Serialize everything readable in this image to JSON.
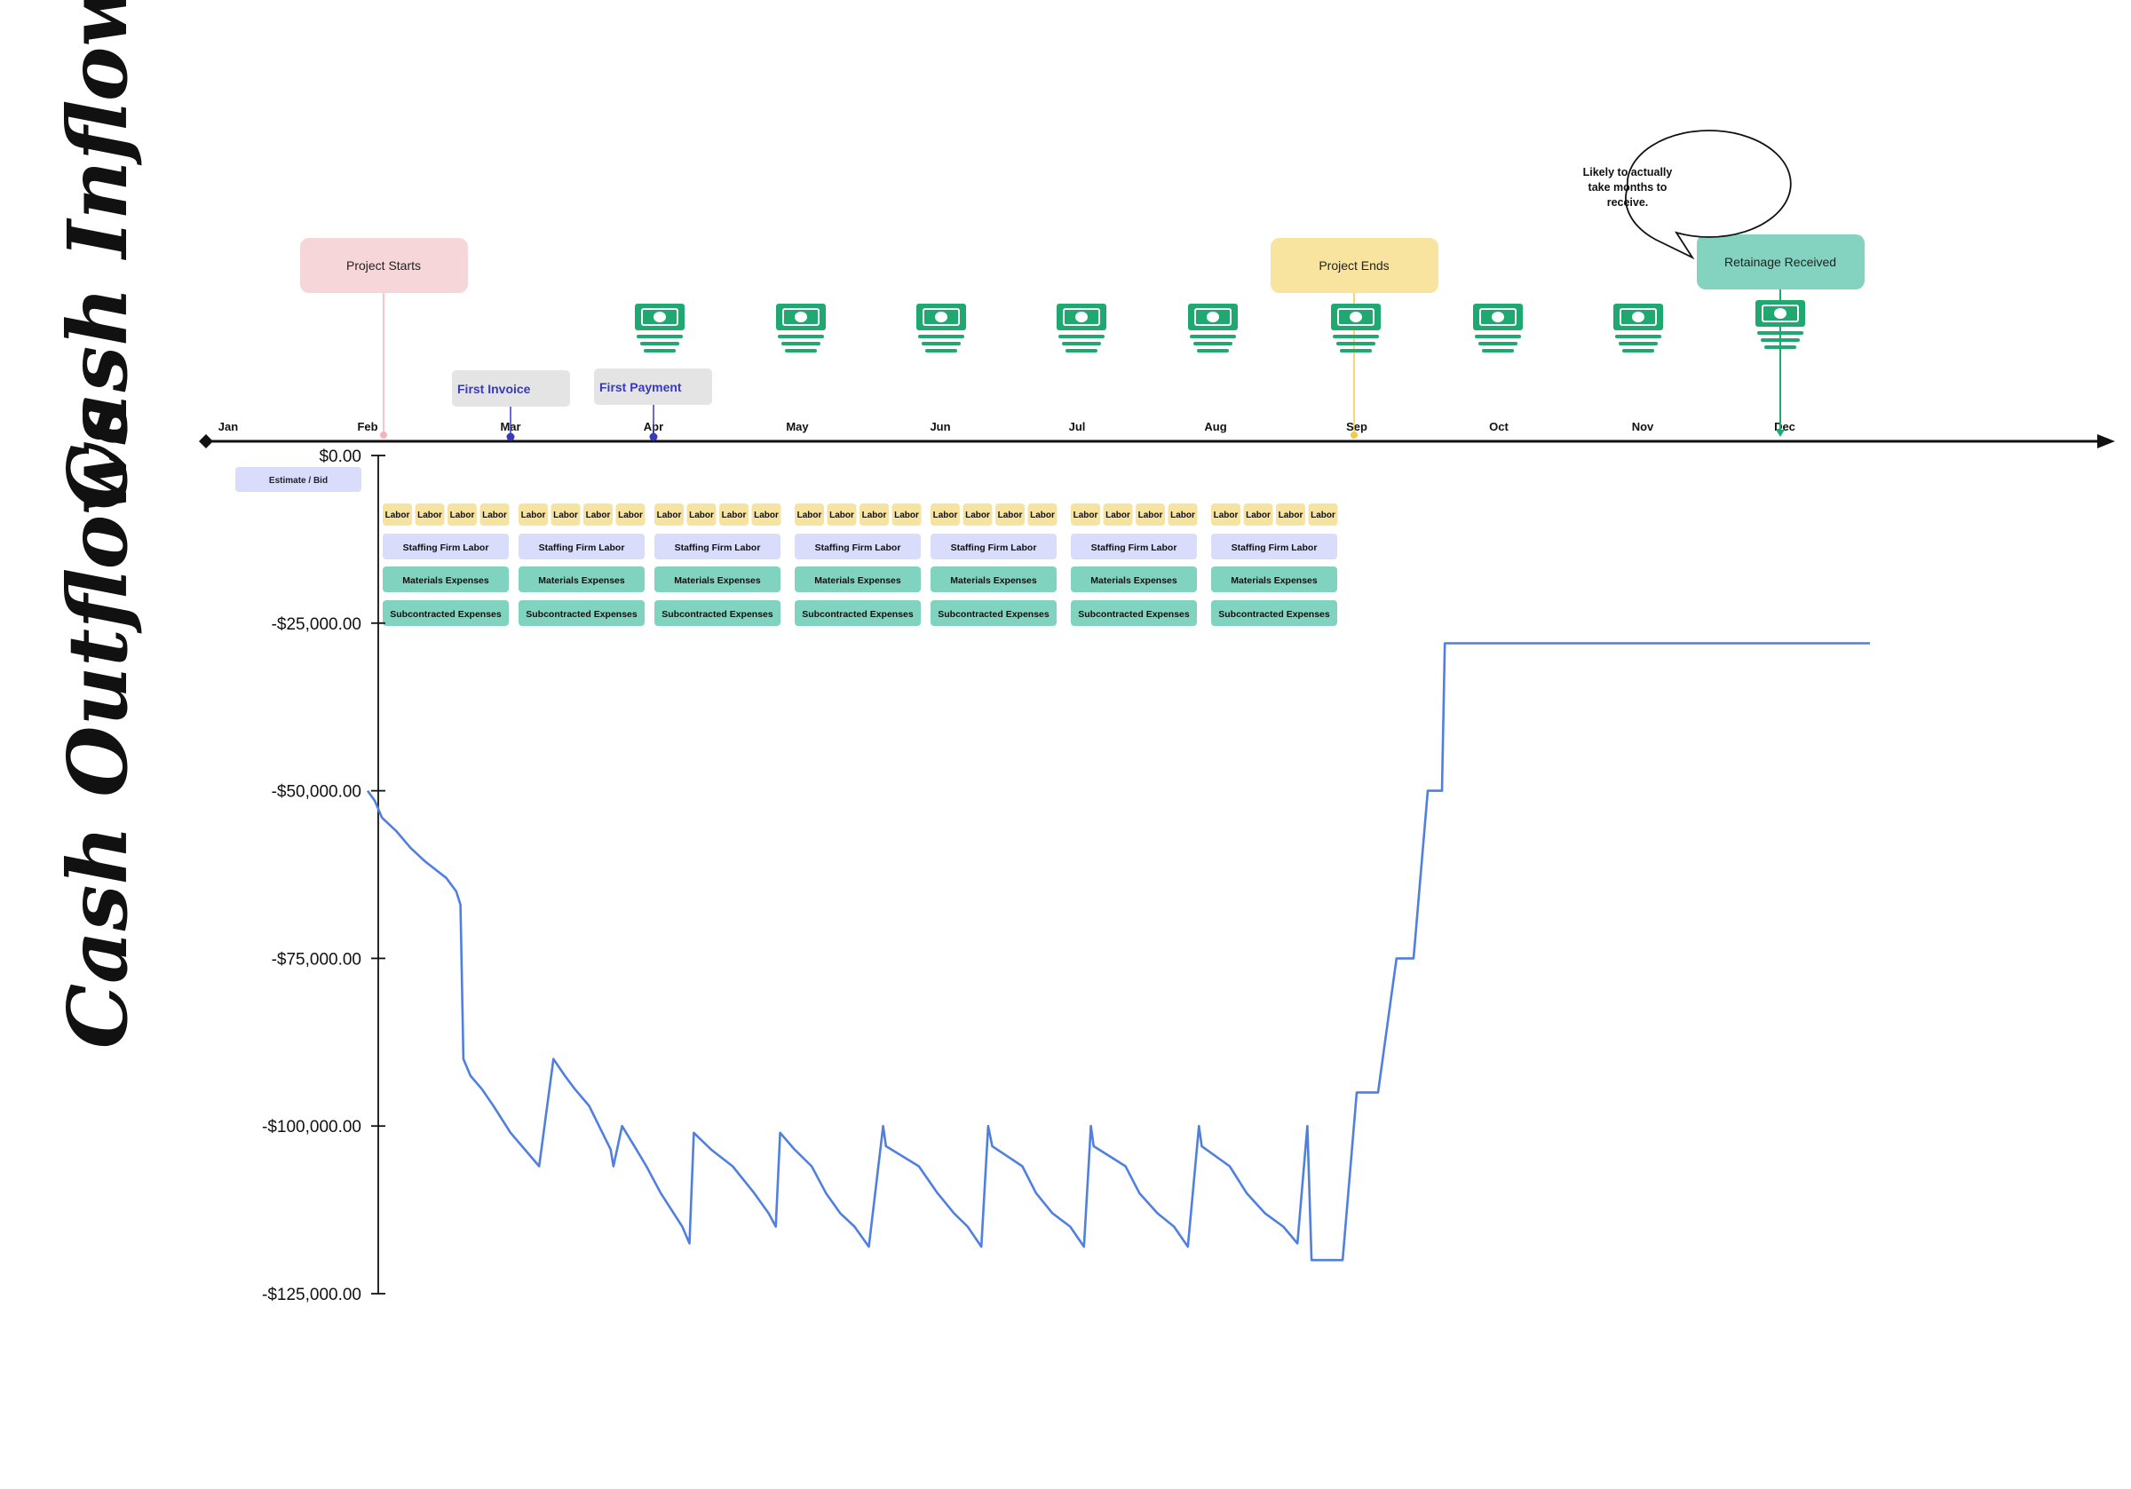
{
  "titles": {
    "inflows": "Cash Inflows",
    "outflows": "Cash Outflows"
  },
  "timeline": {
    "months": [
      "Jan",
      "Feb",
      "Mar",
      "Apr",
      "May",
      "Jun",
      "Jul",
      "Aug",
      "Sep",
      "Oct",
      "Nov",
      "Dec"
    ]
  },
  "milestones": {
    "project_starts": "Project Starts",
    "first_invoice": "First Invoice",
    "first_payment": "First Payment",
    "project_ends": "Project Ends",
    "retainage_received": "Retainage Received",
    "retainage_note": [
      "Likely to actually",
      "take months to",
      "receive."
    ]
  },
  "payments": {
    "icon": "cash-payment-icon",
    "months": [
      "Apr",
      "May",
      "Jun",
      "Jul",
      "Aug",
      "Sep",
      "Oct",
      "Nov",
      "Dec"
    ]
  },
  "estimate_label": "Estimate / Bid",
  "expenses": {
    "labor_label": "Labor",
    "staffing_label": "Staffing Firm Labor",
    "materials_label": "Materials Expenses",
    "subcontracted_label": "Subcontracted Expenses",
    "block_count": 7
  },
  "colors": {
    "line": "#4f7fe0",
    "labor": "#f7e3a0",
    "staffing": "#d9dcfb",
    "materials": "#7fd3bf",
    "subcontracted": "#7fd3bf",
    "project_starts": "#f6d6d8",
    "project_ends": "#f8e49e",
    "retainage": "#84d3c1",
    "callout_grey": "#e4e4e4",
    "estimate": "#d9dcfb",
    "cash_icon": "#1fa971"
  },
  "chart_data": {
    "type": "line",
    "yticks": [
      "$0.00",
      "-$25,000.00",
      "-$50,000.00",
      "-$75,000.00",
      "-$100,000.00",
      "-$125,000.00"
    ],
    "ylim": [
      -125000,
      0
    ],
    "x_unit": "month (1 = Feb ... 11 = Dec)",
    "series": [
      {
        "x": [
          1.0,
          1.05,
          1.1,
          1.2,
          1.3,
          1.4,
          1.55,
          1.62,
          1.65,
          1.67,
          1.72,
          1.8,
          1.88,
          2.0,
          2.1,
          2.2,
          2.3,
          2.38,
          2.45,
          2.55,
          2.7,
          2.72,
          2.78,
          2.88,
          2.95,
          3.05,
          3.2,
          3.25,
          3.28,
          3.4,
          3.55,
          3.7,
          3.8,
          3.85,
          3.88,
          3.98,
          4.1,
          4.2,
          4.3,
          4.4,
          4.5,
          4.6,
          4.62,
          4.85,
          4.98,
          5.1,
          5.2,
          5.3,
          5.35,
          5.38,
          5.6,
          5.7,
          5.82,
          5.95,
          6.05,
          6.1,
          6.12,
          6.35,
          6.45,
          6.58,
          6.7,
          6.8,
          6.88,
          6.9,
          7.1,
          7.22,
          7.35,
          7.48,
          7.58,
          7.65,
          7.68,
          7.9,
          8.0,
          8.15,
          8.28,
          8.4,
          8.5,
          8.6,
          8.62,
          8.68,
          9.1,
          9.12,
          9.85,
          9.88,
          10.85,
          10.88,
          11.6
        ],
        "y": [
          -50000,
          -51500,
          -54000,
          -56000,
          -58500,
          -60500,
          -63000,
          -65000,
          -67000,
          -90000,
          -92500,
          -94500,
          -97000,
          -101000,
          -103500,
          -106000,
          -90000,
          -92500,
          -94500,
          -97000,
          -103500,
          -106000,
          -100000,
          -103500,
          -106000,
          -110000,
          -115000,
          -117500,
          -101000,
          -103500,
          -106000,
          -110000,
          -113000,
          -115000,
          -101000,
          -103500,
          -106000,
          -110000,
          -113000,
          -115000,
          -118000,
          -100000,
          -103000,
          -106000,
          -110000,
          -113000,
          -115000,
          -118000,
          -100000,
          -103000,
          -106000,
          -110000,
          -113000,
          -115000,
          -118000,
          -100000,
          -103000,
          -106000,
          -110000,
          -113000,
          -115000,
          -118000,
          -100000,
          -103000,
          -106000,
          -110000,
          -113000,
          -115000,
          -117500,
          -100000,
          -120000,
          -120000,
          -95000,
          -95000,
          -75000,
          -75000,
          -50000,
          -50000,
          -28000,
          -28000,
          -28000,
          -28000,
          -28000,
          -28000,
          -28000,
          -28000,
          -28000
        ]
      }
    ]
  }
}
